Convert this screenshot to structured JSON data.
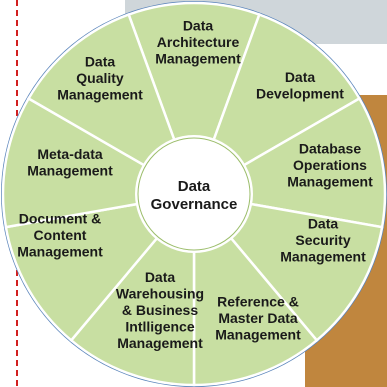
{
  "colors": {
    "segment_fill": "#c8dfa2",
    "segment_stroke": "#ffffff",
    "center_fill": "#ffffff",
    "outer_ring": "#5b85bb",
    "side_line": "#d21f1f",
    "photo_top": "#cfd6da",
    "photo_right": "#c0863e"
  },
  "center": {
    "lines": [
      "Data",
      "Governance"
    ]
  },
  "segments": [
    {
      "name": "data-architecture-management",
      "lines": [
        "Data",
        "Architecture",
        "Management"
      ]
    },
    {
      "name": "data-development",
      "lines": [
        "Data",
        "Development"
      ]
    },
    {
      "name": "database-operations-management",
      "lines": [
        "Database",
        "Operations",
        "Management"
      ]
    },
    {
      "name": "data-security-management",
      "lines": [
        "Data",
        "Security",
        "Management"
      ]
    },
    {
      "name": "reference-master-data-management",
      "lines": [
        "Reference &",
        "Master Data",
        "Management"
      ]
    },
    {
      "name": "data-warehousing-bi-management",
      "lines": [
        "Data",
        "Warehousing",
        "& Business",
        "Intlligence",
        "Management"
      ]
    },
    {
      "name": "document-content-management",
      "lines": [
        "Document &",
        "Content",
        "Management"
      ]
    },
    {
      "name": "meta-data-management",
      "lines": [
        "Meta-data",
        "Management"
      ]
    },
    {
      "name": "data-quality-management",
      "lines": [
        "Data",
        "Quality",
        "Management"
      ]
    }
  ]
}
